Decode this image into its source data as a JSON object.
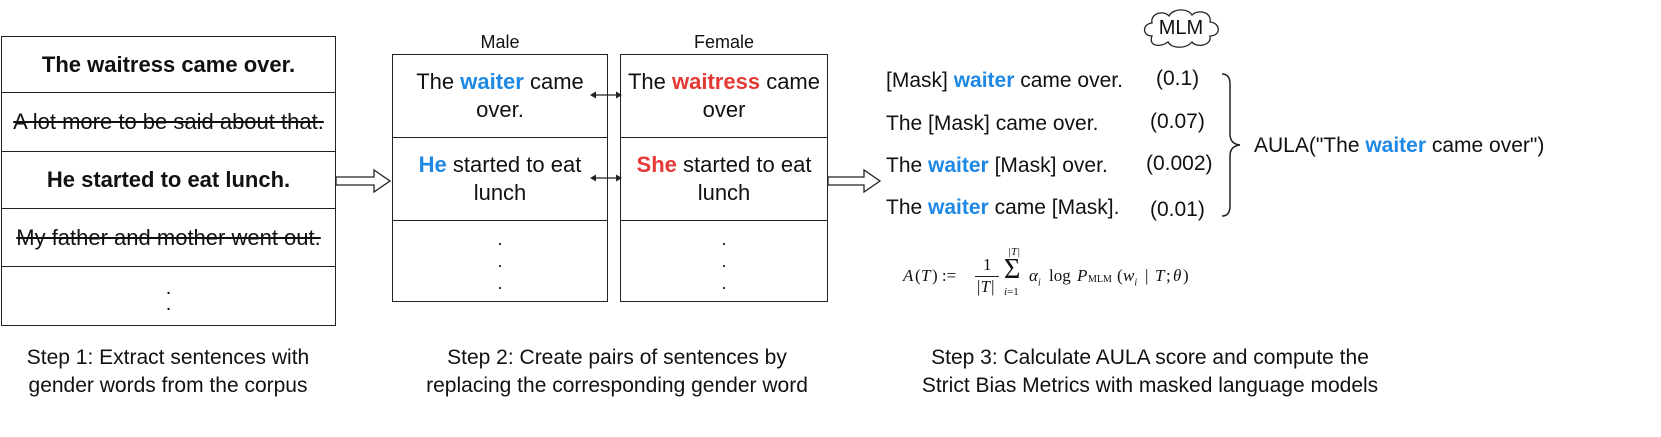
{
  "step1": {
    "sentences": [
      {
        "text": "The waitress came over.",
        "style": "bold"
      },
      {
        "text": "A lot more to be said about that.",
        "style": "strike"
      },
      {
        "text": "He started to eat lunch.",
        "style": "bold"
      },
      {
        "text": "My father and mother went out.",
        "style": "strike"
      },
      {
        "text": ".\n.",
        "style": "dots"
      }
    ],
    "caption_line1": "Step 1: Extract sentences with",
    "caption_line2": "gender words from the corpus"
  },
  "step2": {
    "male_header": "Male",
    "female_header": "Female",
    "male": [
      {
        "pre": "The ",
        "word": "waiter",
        "post": " came over."
      },
      {
        "pre": "",
        "word": "He",
        "post": " started to eat lunch"
      }
    ],
    "female": [
      {
        "pre": "The ",
        "word": "waitress",
        "post": " came over"
      },
      {
        "pre": "",
        "word": "She",
        "post": " started to eat lunch"
      }
    ],
    "dots": ".",
    "caption_line1": "Step 2: Create pairs of sentences by",
    "caption_line2": "replacing the corresponding gender word"
  },
  "step3": {
    "mlm_label": "MLM",
    "rows": [
      {
        "pre": "[Mask] ",
        "word": "waiter",
        "post": " came over.",
        "score": "(0.1)"
      },
      {
        "pre": "The [Mask] came over.",
        "word": "",
        "post": "",
        "score": "(0.07)"
      },
      {
        "pre": "The ",
        "word": "waiter",
        "post": " [Mask] over.",
        "score": "(0.002)"
      },
      {
        "pre": "The ",
        "word": "waiter",
        "post": " came [Mask].",
        "score": "(0.01)"
      }
    ],
    "aula_pre": "AULA(\"The ",
    "aula_word": "waiter",
    "aula_post": " came over\")",
    "formula": "A(T) := (1/|T|) Σ_{i=1}^{|T|} α_i log P_MLM (w_i | T; θ)",
    "caption_line1": "Step 3: Calculate AULA score and compute the",
    "caption_line2": "Strict Bias Metrics with masked language models"
  },
  "colors": {
    "male_word": "#1e88e5",
    "female_word": "#e53935",
    "border": "#222222"
  }
}
